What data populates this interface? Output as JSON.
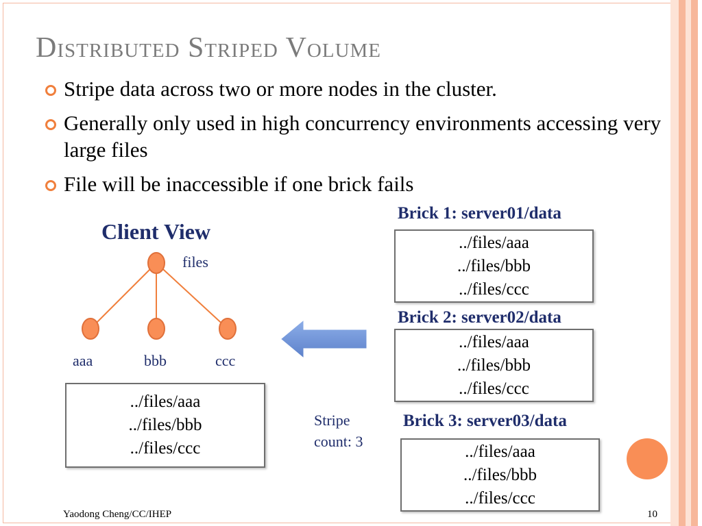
{
  "slide": {
    "title": "Distributed Striped Volume",
    "bullets": [
      "Stripe data across two or more nodes in the cluster.",
      "Generally only used in high concurrency environments accessing very large files",
      "File will be inaccessible if one brick fails"
    ],
    "client_view": {
      "title": "Client View",
      "root_label": "files",
      "children": [
        "aaa",
        "bbb",
        "ccc"
      ],
      "files": [
        "../files/aaa",
        "../files/bbb",
        "../files/ccc"
      ]
    },
    "bricks": [
      {
        "title": "Brick 1: server01/data",
        "files": [
          "../files/aaa",
          "../files/bbb",
          "../files/ccc"
        ]
      },
      {
        "title": "Brick 2: server02/data",
        "files": [
          "../files/aaa",
          "../files/bbb",
          "../files/ccc"
        ]
      },
      {
        "title": "Brick 3: server03/data",
        "files": [
          "../files/aaa",
          "../files/bbb",
          "../files/ccc"
        ]
      }
    ],
    "stripe_note": {
      "line1": "Stripe",
      "line2": "count: 3"
    },
    "footer": {
      "author": "Yaodong Cheng/CC/IHEP",
      "page": "10"
    },
    "colors": {
      "accent": "#f07f3c",
      "node": "#f98e56",
      "title_text": "#1f2d6b",
      "arrow": "#6f93d6"
    }
  }
}
